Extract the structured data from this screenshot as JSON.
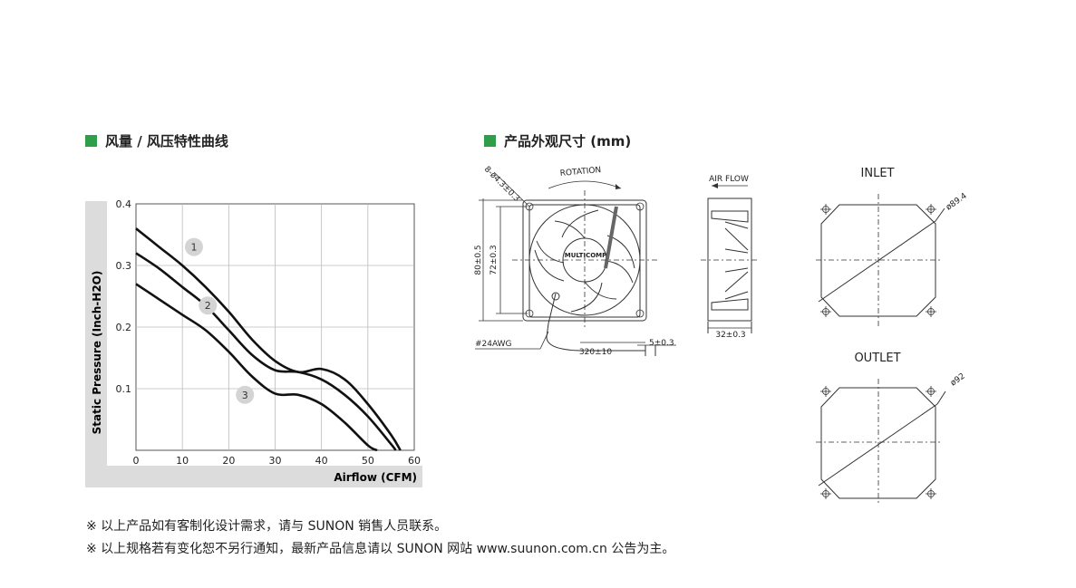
{
  "sections": {
    "performance_title": "风量 / 风压特性曲线",
    "dimension_title": "产品外观尺寸 (mm)"
  },
  "chart_data": {
    "type": "line",
    "title": "",
    "xlabel": "Airflow (CFM)",
    "ylabel": "Static Pressure (Inch-H2O)",
    "xlim": [
      0,
      60
    ],
    "ylim": [
      0,
      0.4
    ],
    "x_ticks": [
      "0",
      "10",
      "20",
      "30",
      "40",
      "50",
      "60"
    ],
    "y_ticks": [
      "0.1",
      "0.2",
      "0.3",
      "0.4"
    ],
    "grid": true,
    "series": [
      {
        "name": "1",
        "x": [
          0,
          5,
          10,
          15,
          20,
          25,
          30,
          35,
          40,
          45,
          50,
          55,
          57
        ],
        "y": [
          0.36,
          0.33,
          0.3,
          0.265,
          0.225,
          0.18,
          0.145,
          0.127,
          0.132,
          0.115,
          0.075,
          0.025,
          0.0
        ]
      },
      {
        "name": "2",
        "x": [
          0,
          5,
          10,
          15,
          20,
          25,
          30,
          35,
          40,
          45,
          50,
          55,
          56
        ],
        "y": [
          0.32,
          0.295,
          0.265,
          0.235,
          0.195,
          0.155,
          0.13,
          0.127,
          0.115,
          0.09,
          0.055,
          0.01,
          0.0
        ]
      },
      {
        "name": "3",
        "x": [
          0,
          5,
          10,
          15,
          20,
          25,
          30,
          35,
          40,
          45,
          50,
          52
        ],
        "y": [
          0.27,
          0.245,
          0.22,
          0.195,
          0.16,
          0.12,
          0.092,
          0.09,
          0.075,
          0.045,
          0.008,
          0.0
        ]
      }
    ],
    "labels": [
      {
        "text": "1",
        "x": 12.5,
        "y": 0.33
      },
      {
        "text": "2",
        "x": 15.5,
        "y": 0.235
      },
      {
        "text": "3",
        "x": 23.5,
        "y": 0.09
      }
    ]
  },
  "drawing": {
    "front": {
      "rotation": "ROTATION",
      "holes": "8-ø4.3±0.3",
      "width": "80±0.5",
      "pitch": "72±0.3",
      "brand": "MULTICOMP",
      "wire": "#24AWG",
      "lead": "320±10",
      "strip": "5±0.3"
    },
    "side": {
      "airflow": "AIR FLOW",
      "depth": "32±0.3"
    },
    "inlet": {
      "title": "INLET",
      "diameter": "ø89.4"
    },
    "outlet": {
      "title": "OUTLET",
      "diameter": "ø92"
    }
  },
  "notes": [
    "※ 以上产品如有客制化设计需求，请与 SUNON 销售人员联系。",
    "※ 以上规格若有变化恕不另行通知，最新产品信息请以 SUNON 网站 www.suunon.com.cn 公告为主。"
  ]
}
